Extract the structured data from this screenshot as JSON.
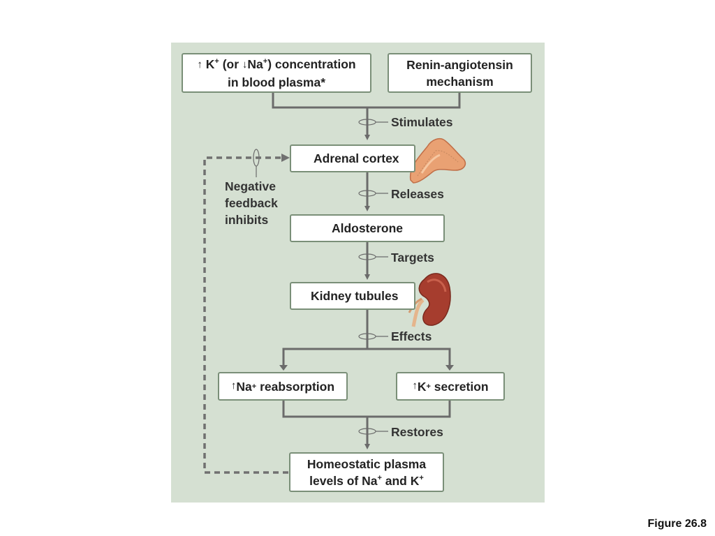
{
  "boxes": {
    "k_conc": {
      "prefix": "K",
      "sup1": "+",
      "mid": " (or ",
      "na": "Na",
      "sup2": "+",
      "suffix": ") concentration",
      "line2": "in blood plasma*"
    },
    "renin": {
      "line1": "Renin-angiotensin",
      "line2": "mechanism"
    },
    "adrenal": "Adrenal cortex",
    "aldosterone": "Aldosterone",
    "kidney": "Kidney tubules",
    "na_reabs": {
      "ion": "Na",
      "sup": "+",
      "text": " reabsorption"
    },
    "k_secretion": {
      "ion": "K",
      "sup": "+",
      "text": " secretion"
    },
    "homeostatic": {
      "line1": "Homeostatic plasma",
      "line2_a": "levels of Na",
      "sup1": "+",
      "line2_b": " and K",
      "sup2": "+"
    }
  },
  "labels": {
    "stimulates": "Stimulates",
    "releases": "Releases",
    "targets": "Targets",
    "effects": "Effects",
    "restores": "Restores",
    "negative_feedback": {
      "line1": "Negative",
      "line2": "feedback",
      "line3": "inhibits"
    }
  },
  "icons": {
    "up_arrow": "↑",
    "down_arrow": "↓"
  },
  "figure": "Figure 26.8",
  "colors": {
    "panel": "#d5e0d2",
    "border": "#7a8f78",
    "connector": "#6b6b6b",
    "dashed": "#707070"
  }
}
